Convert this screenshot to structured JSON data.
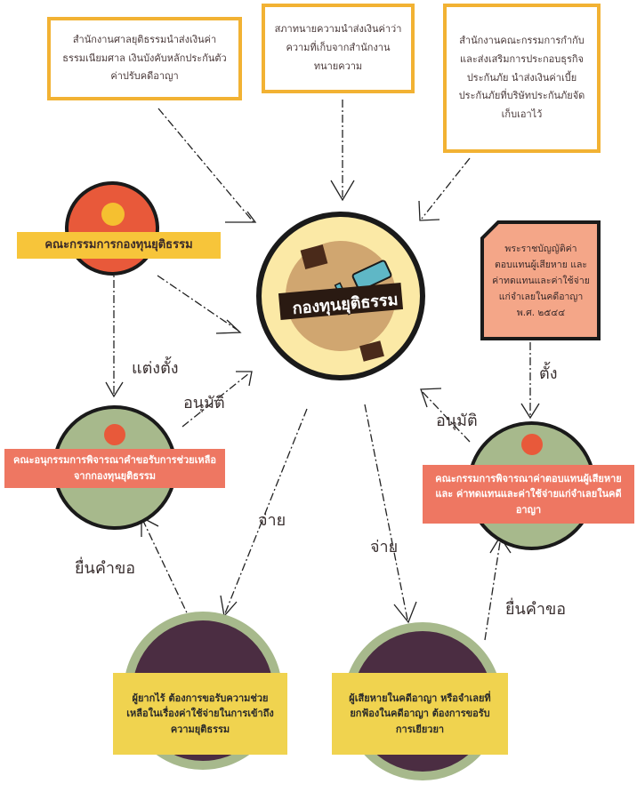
{
  "top_boxes": {
    "court": "สำนักงานศาลยุติธรรมนำส่งเงินค่าธรรมเนียมศาล เงินบังคับหลักประกันตัว ค่าปรับคดีอาญา",
    "lawyers": "สภาทนายความนำส่งเงินค่าว่าความที่เก็บจากสำนักงานทนายความ",
    "insurance": "สำนักงานคณะกรรมการกำกับและส่งเสริมการประกอบธุรกิจประกันภัย นำส่งเงินค่าเบี้ยประกันภัยที่บริษัทประกันภัยจัดเก็บเอาไว้"
  },
  "center": {
    "logo_text": "กองทุนยุติธรรม"
  },
  "committee_fund": "คณะกรรมการกองทุนยุติธรรม",
  "subcommittee": "คณะอนุกรรมการพิจารณาคำขอรับการช่วยเหลือจากกองทุนยุติธรรม",
  "act_doc": "พระราชบัญญัติค่าตอบแทนผู้เสียหาย และ ค่าทดแทนและค่าใช้จ่ายแก่จำเลยในคดีอาญา พ.ศ. ๒๕๔๔",
  "committee_comp": "คณะกรรมการพิจารณาค่าตอบแทนผู้เสียหายและ ค่าทดแทนและค่าใช้จ่ายแก่จำเลยในคดีอาญา",
  "applicant_poor": "ผู้ยากไร้ ต้องการขอรับความช่วยเหลือในเรื่องค่าใช้จ่ายในการเข้าถึงความยุติธรรม",
  "applicant_victim": "ผู้เสียหายในคดีอาญา หรือจำเลยที่ยกฟ้องในคดีอาญา ต้องการขอรับการเยียวยา",
  "verbs": {
    "appoint_left": "แต่งตั้ง",
    "approve_left": "อนุมัติ",
    "pay_left": "จ่าย",
    "apply_left": "ยื่นคำขอ",
    "appoint_right": "ตั้ง",
    "approve_right": "อนุมัติ",
    "pay_right": "จ่าย",
    "apply_right": "ยื่นคำขอ"
  },
  "colors": {
    "box_border": "#f2b233",
    "orange_circle": "#e8593a",
    "yellow_dot": "#f5c030",
    "green_circle": "#a7b98c",
    "purple_circle": "#4b2d42",
    "salmon": "#ee7762",
    "label_yellow": "#f7c53a",
    "center_fill": "#fbe9a6"
  }
}
